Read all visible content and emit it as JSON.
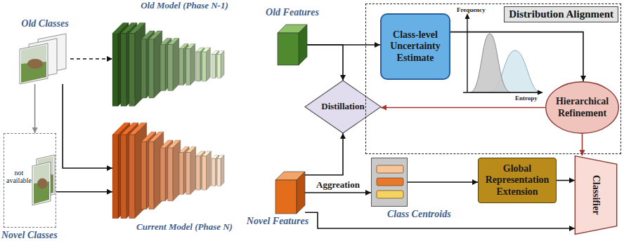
{
  "diagram": {
    "nodes": [
      {
        "text": [
          "Old Classes"
        ]
      },
      {
        "text": [
          "not available",
          "Novel Classes"
        ]
      },
      {
        "text": [
          "Old Model (Phase N-1)"
        ]
      },
      {
        "text": [
          "Current Model (Phase N)"
        ]
      },
      {
        "text": [
          "Old Features"
        ]
      },
      {
        "text": [
          "Novel Features"
        ]
      },
      {
        "text": [
          "Distillation"
        ]
      },
      {
        "text": [
          "Distribution Alignment"
        ]
      },
      {
        "text": [
          "Class-level Uncertainty Estimate"
        ],
        "in": 7
      },
      {
        "text": [
          "Hierarchical Refinement"
        ],
        "in": 7
      },
      {
        "text": [
          "Class Centroids"
        ]
      },
      {
        "text": [
          "Global Representation Extension"
        ]
      },
      {
        "text": [
          "Classifier"
        ]
      }
    ],
    "edges": [
      {
        "from": 0,
        "to": 2,
        "arrow": "to"
      },
      {
        "from": 0,
        "to": 3,
        "arrow": "to"
      },
      {
        "from": 1,
        "to": 3,
        "arrow": "to"
      },
      {
        "from": 0,
        "to": 1,
        "arrow": "to"
      },
      {
        "from": 4,
        "to": 8,
        "arrow": "to"
      },
      {
        "from": 4,
        "to": 6,
        "arrow": "to"
      },
      {
        "from": 5,
        "to": 6,
        "arrow": "to"
      },
      {
        "from": 8,
        "to": 9,
        "arrow": "to"
      },
      {
        "from": 9,
        "to": 6,
        "arrow": "to"
      },
      {
        "from": 9,
        "to": 12,
        "arrow": "to"
      },
      {
        "from": 5,
        "to": 10,
        "label": "Aggreation",
        "arrow": "to"
      },
      {
        "from": 10,
        "to": 11,
        "arrow": "to"
      },
      {
        "from": 11,
        "to": 12,
        "arrow": "to"
      },
      {
        "from": 5,
        "to": 12,
        "arrow": "to"
      }
    ],
    "labels": [
      "Frequency",
      "Entropy"
    ]
  }
}
